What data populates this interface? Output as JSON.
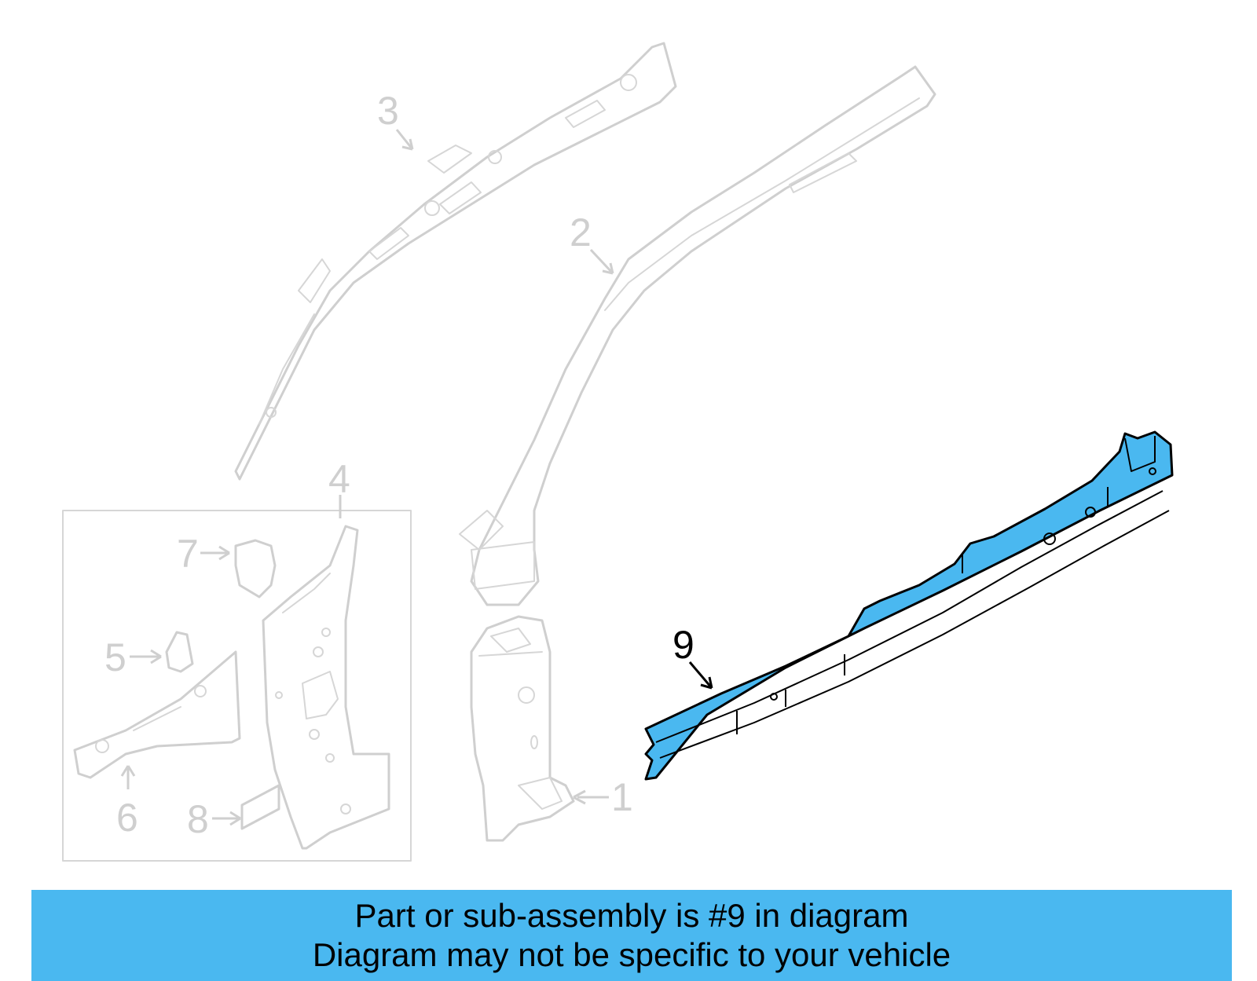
{
  "diagram": {
    "callouts": [
      {
        "id": "1",
        "label": "1"
      },
      {
        "id": "2",
        "label": "2"
      },
      {
        "id": "3",
        "label": "3"
      },
      {
        "id": "4",
        "label": "4"
      },
      {
        "id": "5",
        "label": "5"
      },
      {
        "id": "6",
        "label": "6"
      },
      {
        "id": "7",
        "label": "7"
      },
      {
        "id": "8",
        "label": "8"
      },
      {
        "id": "9",
        "label": "9"
      }
    ],
    "highlighted_part": "9",
    "highlight_color": "#4ab8f0",
    "ghost_color": "#cfcfcf"
  },
  "banner": {
    "line1": "Part or sub-assembly is #9 in diagram",
    "line2": "Diagram may not be specific to your vehicle",
    "background": "#4ab8f0"
  }
}
